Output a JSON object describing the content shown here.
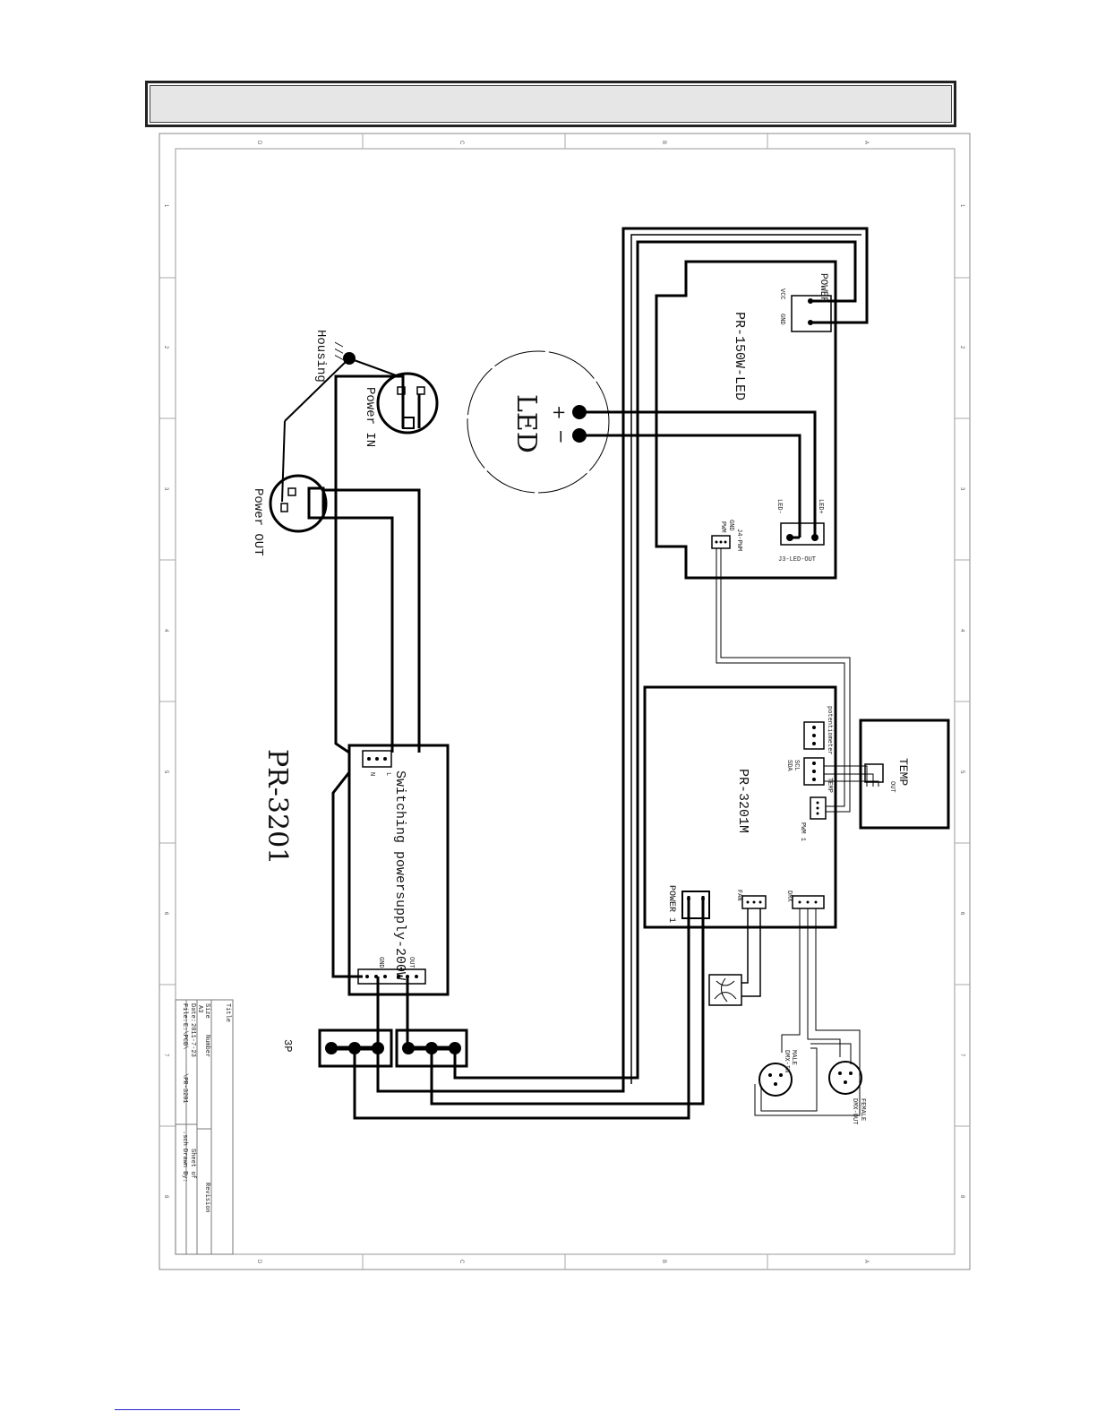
{
  "diagram": {
    "border_rows": [
      "D",
      "C",
      "B",
      "A"
    ],
    "border_cols": [
      "1",
      "2",
      "3",
      "4",
      "5",
      "6",
      "7",
      "8"
    ],
    "model_title": "PR-3201",
    "housing_label": "Housing",
    "housing_symbol": "///",
    "power_in_label": "Power IN",
    "power_out_label": "Power OUT",
    "led_label": "LED",
    "led_plus": "+",
    "led_minus": "−",
    "led_board": {
      "title": "PR-150W-LED",
      "power_connector": "POWER",
      "vcc": "VCC",
      "gnd": "GND",
      "led_out": "J3-LED-OUT",
      "led_plus_pin": "LED+",
      "led_minus_pin": "LED-",
      "pwm_header": "J4-PWM",
      "pwm_pin": "PWM",
      "gnd_pin": "GND"
    },
    "psu": {
      "title": "Switching powersupply-200W",
      "n": "N",
      "l": "L",
      "gnd": "GND",
      "out": "OUT"
    },
    "control_board": {
      "title": "PR-3201M",
      "potentiometer": "potentiometer",
      "scl": "SCL",
      "sda": "SDA",
      "temp": "TEMP",
      "pwm1": "PWM 1",
      "power1": "POWER 1",
      "fan": "FAN",
      "dmx": "DMX"
    },
    "temp_sensor": {
      "title": "TEMP",
      "out": "OUT"
    },
    "terminal_label": "3P",
    "dmx_in": "DMX-IN",
    "male": "MALE",
    "dmx_out": "DMX-OUT",
    "female": "FEMALE",
    "title_block": {
      "title": "Title",
      "size": "Size",
      "size_value": "A3",
      "number": "Number",
      "revision": "Revision",
      "date_label": "Date:",
      "date_value": "2011-7-23",
      "sheet": "Sheet of",
      "file_label": "File:",
      "file_value": "E:\\PCB\\",
      "file_name": "\\PR-3201",
      "sch": ".sch",
      "drawn_by": "Drawn By:"
    }
  }
}
